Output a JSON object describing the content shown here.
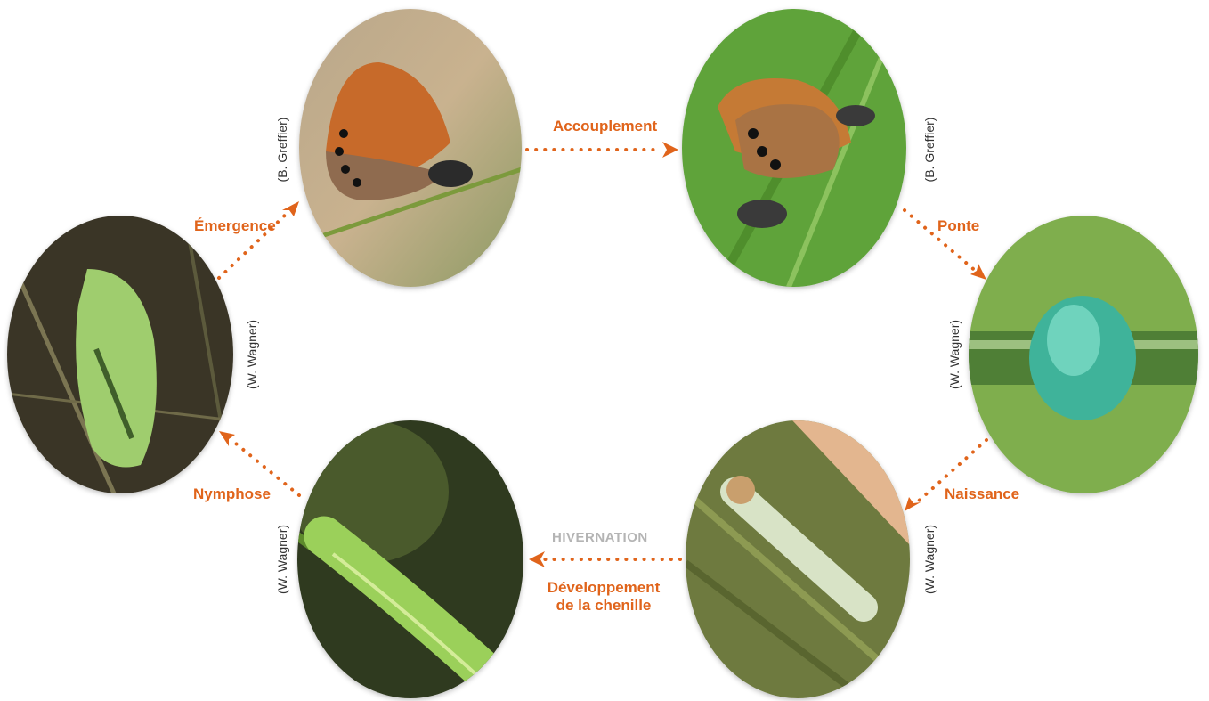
{
  "colors": {
    "accent": "#e0641b",
    "muted": "#b4b4b4"
  },
  "stages": {
    "accouplement": "Accouplement",
    "ponte": "Ponte",
    "naissance": "Naissance",
    "developpement_line1": "Développement",
    "developpement_line2": "de la chenille",
    "hivernation": "HIVERNATION",
    "nymphose": "Nymphose",
    "emergence": "Émergence"
  },
  "photos": {
    "butterfly": {
      "credit": "(B. Greffier)"
    },
    "mating": {
      "credit": "(B. Greffier)"
    },
    "egg": {
      "credit": "(W. Wagner)"
    },
    "young_larva": {
      "credit": "(W. Wagner)"
    },
    "caterpillar": {
      "credit": "(W. Wagner)"
    },
    "pupa": {
      "credit": "(W. Wagner)"
    }
  }
}
